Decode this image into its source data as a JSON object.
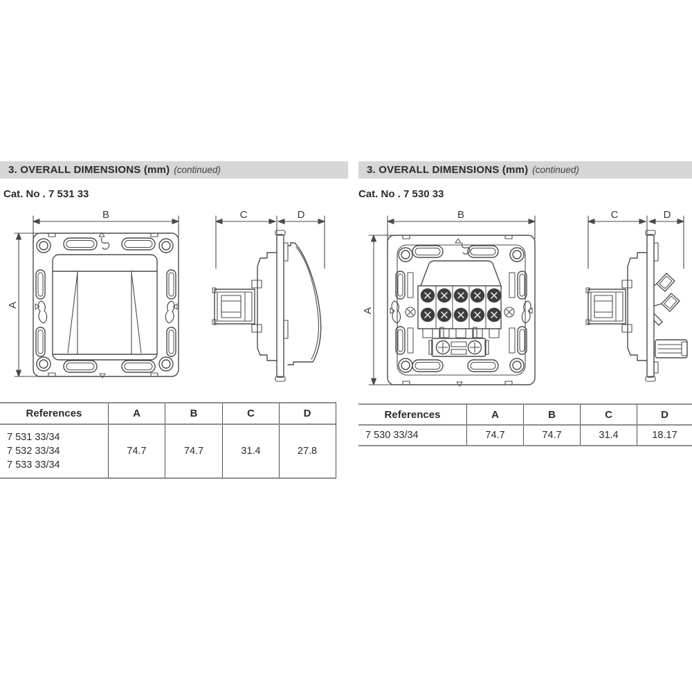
{
  "left": {
    "header": {
      "title": "3. OVERALL DIMENSIONS (mm)",
      "continued": "(continued)"
    },
    "cat_no": "Cat. No . 7 531 33",
    "front_view": {
      "dim_a": "A",
      "dim_b": "B"
    },
    "side_view": {
      "dim_c": "C",
      "dim_d": "D"
    },
    "table": {
      "headers": [
        "References",
        "A",
        "B",
        "C",
        "D"
      ],
      "row": {
        "references": [
          "7 531 33/34",
          "7 532 33/34",
          "7 533 33/34"
        ],
        "a": "74.7",
        "b": "74.7",
        "c": "31.4",
        "d": "27.8"
      }
    }
  },
  "right": {
    "header": {
      "title": "3. OVERALL DIMENSIONS (mm)",
      "continued": "(continued)"
    },
    "cat_no": "Cat. No . 7 530 33",
    "front_view": {
      "dim_a": "A",
      "dim_b": "B"
    },
    "side_view": {
      "dim_c": "C",
      "dim_d": "D"
    },
    "table": {
      "headers": [
        "References",
        "A",
        "B",
        "C",
        "D"
      ],
      "row": {
        "references": [
          "7 530 33/34"
        ],
        "a": "74.7",
        "b": "74.7",
        "c": "31.4",
        "d": "18.17"
      }
    }
  },
  "colors": {
    "section_bar_bg": "#d6d6d6",
    "drawing_line": "#4a4a4a",
    "table_rule": "#8e8e8e",
    "text": "#2b2b2b"
  }
}
